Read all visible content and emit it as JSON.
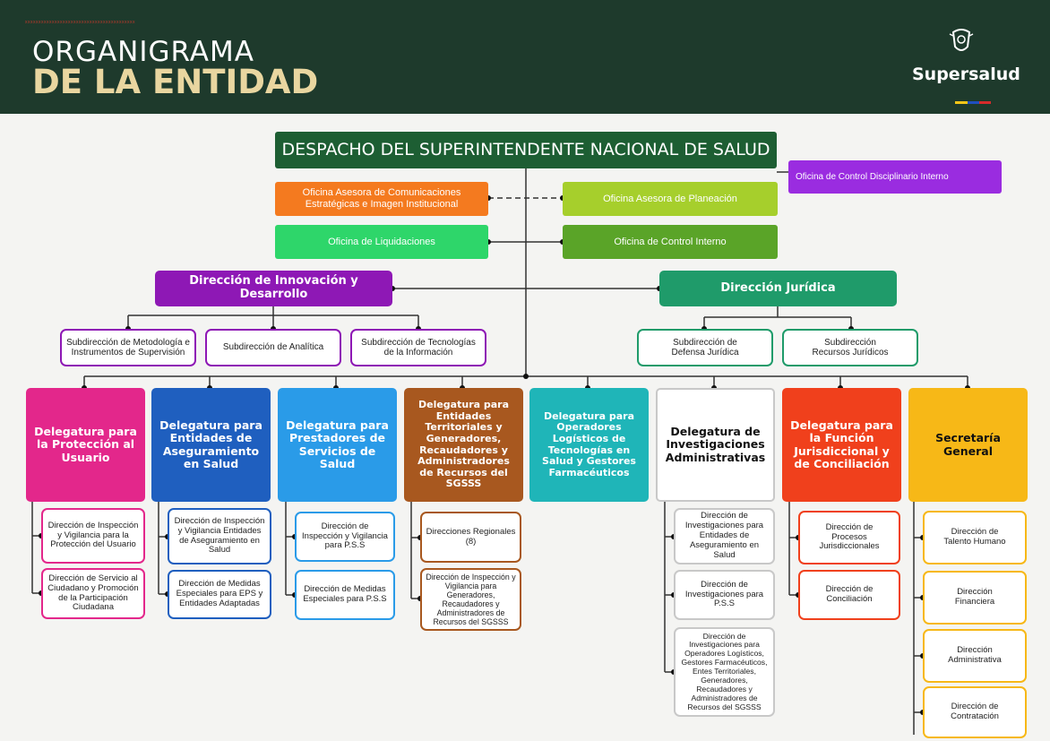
{
  "header": {
    "small_text": "xxxxxxxxxxxxxxxxxxxxxxxxxxxxxxxxxxxxxxxxx",
    "title_line1": "ORGANIGRAMA",
    "title_line2": "DE LA ENTIDAD",
    "logo": "Supersalud",
    "colors": {
      "background": "#1e3a2c",
      "title2": "#e9d6a0"
    }
  },
  "top": {
    "despacho": "DESPACHO DEL SUPERINTENDENTE NACIONAL DE SALUD",
    "control_disciplinario": "Oficina de Control Disciplinario Interno",
    "comunicaciones": "Oficina Asesora de Comunicaciones Estratégicas e Imagen Institucional",
    "planeacion": "Oficina Asesora de Planeación",
    "liquidaciones": "Oficina de Liquidaciones",
    "control_interno": "Oficina de Control Interno"
  },
  "innovacion": {
    "title": "Dirección de Innovación y Desarrollo",
    "subs": [
      "Subdirección de Metodología e Instrumentos de Supervisión",
      "Subdirección de Analítica",
      "Subdirección de Tecnologías de la Información"
    ]
  },
  "juridica": {
    "title": "Dirección Jurídica",
    "subs": [
      "Subdirección de Defensa Jurídica",
      "Subdirección Recursos Jurídicos"
    ]
  },
  "delegaturas": [
    {
      "title": "Delegatura para la Protección al Usuario",
      "color": "#e3278b",
      "subs": [
        "Dirección de Inspección y Vigilancia para la Protección del Usuario",
        "Dirección de Servicio al Ciudadano y Promoción de la Participación Ciudadana"
      ]
    },
    {
      "title": "Delegatura para Entidades de Aseguramiento en Salud",
      "color": "#1f5fbf",
      "subs": [
        "Dirección de Inspección y Vigilancia Entidades de Aseguramiento en Salud",
        "Dirección de Medidas Especiales para EPS y Entidades Adaptadas"
      ]
    },
    {
      "title": "Delegatura para Prestadores de Servicios de Salud",
      "color": "#2a9be8",
      "subs": [
        "Dirección de Inspección y Vigilancia para P.S.S",
        "Dirección de Medidas Especiales para P.S.S"
      ]
    },
    {
      "title": "Delegatura para Entidades Territoriales y Generadores, Recaudadores y Administradores de Recursos del SGSSS",
      "color": "#a8581f",
      "subs": [
        "Direcciones Regionales (8)",
        "Dirección de Inspección y Vigilancia para Generadores, Recaudadores y Administradores de Recursos del SGSSS"
      ]
    },
    {
      "title": "Delegatura para Operadores Logísticos de Tecnologías en Salud y Gestores Farmacéuticos",
      "color": "#1fb5b8",
      "subs": []
    },
    {
      "title": "Delegatura de Investigaciones Administrativas",
      "color": "#ffffff",
      "subs": [
        "Dirección de Investigaciones para Entidades de Aseguramiento en Salud",
        "Dirección de Investigaciones para P.S.S",
        "Dirección de Investigaciones para Operadores Logísticos, Gestores Farmacéuticos, Entes Territoriales, Generadores, Recaudadores y Administradores de Recursos del SGSSS"
      ]
    },
    {
      "title": "Delegatura para la Función Jurisdiccional y de Conciliación",
      "color": "#f0401c",
      "subs": [
        "Dirección de Procesos Jurisdiccionales",
        "Dirección de Conciliación"
      ]
    },
    {
      "title": "Secretaría General",
      "color": "#f7b817",
      "subs": [
        "Dirección de Talento Humano",
        "Dirección Financiera",
        "Dirección Administrativa",
        "Dirección de Contratación"
      ]
    }
  ]
}
